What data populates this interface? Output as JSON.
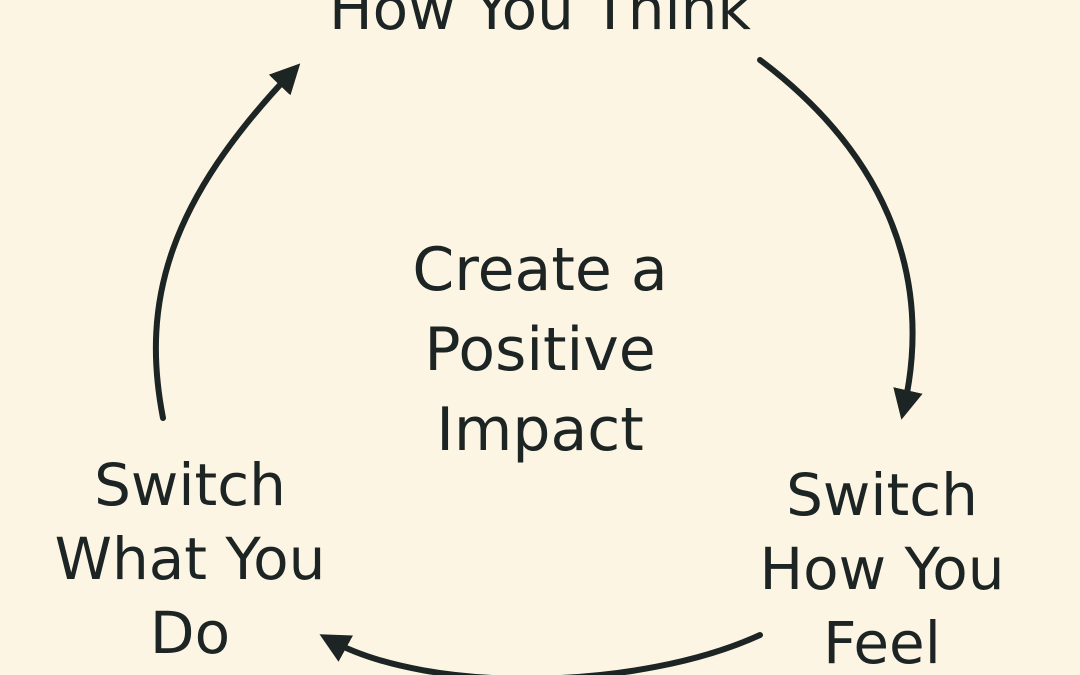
{
  "diagram": {
    "top_node": {
      "text": "How You Think"
    },
    "center": {
      "line1": "Create a",
      "line2": "Positive",
      "line3": "Impact"
    },
    "right_node": {
      "line1": "Switch",
      "line2": "How You",
      "line3": "Feel"
    },
    "left_node": {
      "line1": "Switch",
      "line2": "What You",
      "line3": "Do"
    }
  },
  "colors": {
    "background": "#fdf5e4",
    "ink": "#1c2424"
  },
  "icons": [
    "arrow-to-top-icon",
    "arrow-to-right-icon",
    "arrow-to-left-icon"
  ]
}
